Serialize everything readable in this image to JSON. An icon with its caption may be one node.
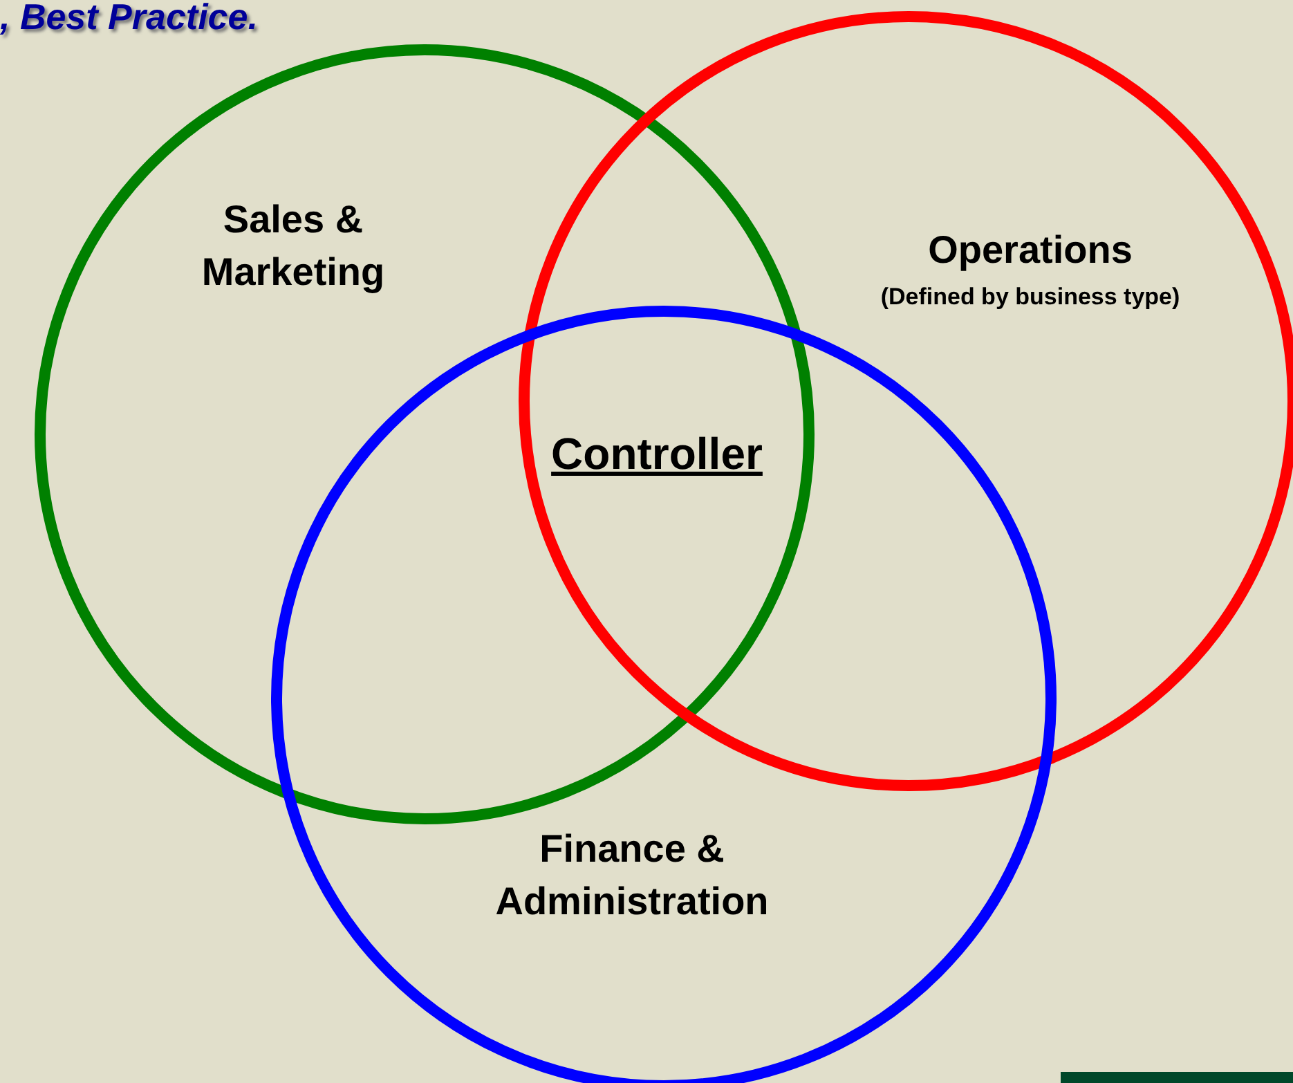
{
  "diagram": {
    "title": ", Best Practice.",
    "nodes": [
      {
        "text": [
          "Sales & Marketing"
        ]
      },
      {
        "text": [
          "Operations",
          "(Defined by business type)"
        ]
      },
      {
        "text": [
          "Finance & Administration"
        ]
      }
    ],
    "labels": [
      "Controller"
    ]
  }
}
